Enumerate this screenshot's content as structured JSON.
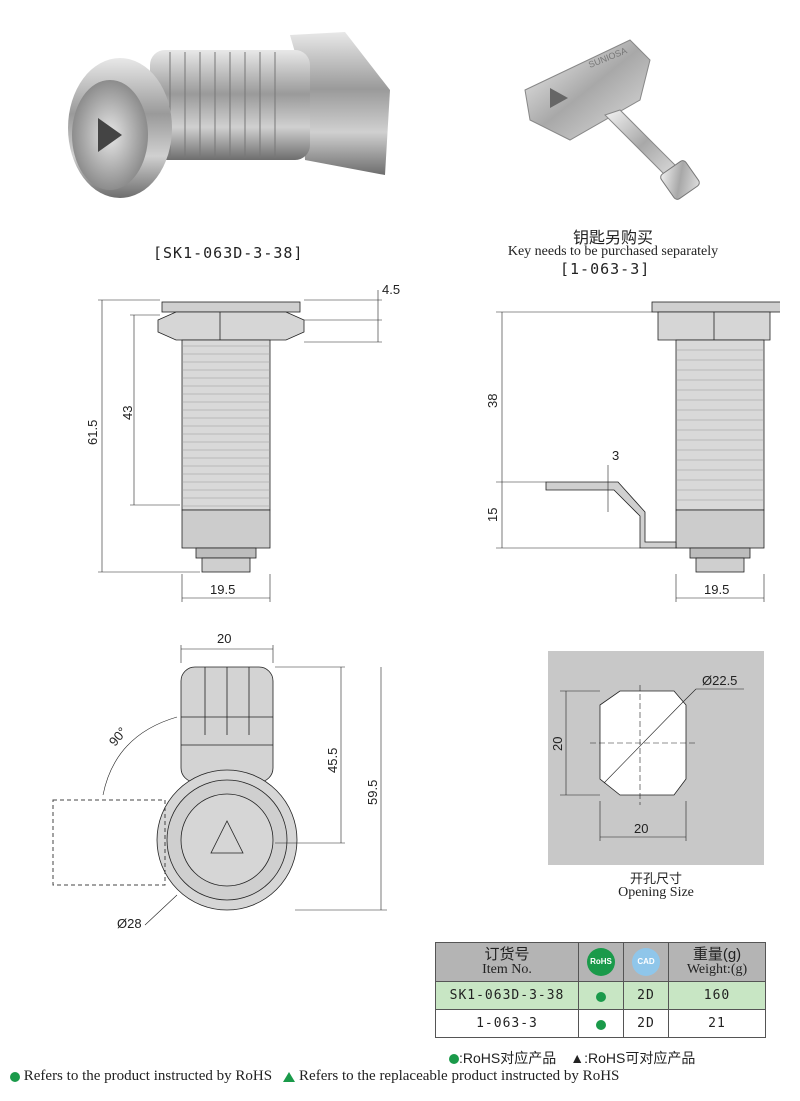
{
  "product": {
    "lock_caption": "[SK1-063D-3-38]",
    "key_note_cn": "钥匙另购买",
    "key_note_en": "Key needs to be purchased separately",
    "key_caption": "[1-063-3]"
  },
  "dimensions_left": {
    "d1": "4.5",
    "d2": "43",
    "d3": "61.5",
    "d4": "19.5"
  },
  "dimensions_right": {
    "d1": "38",
    "d2": "3",
    "d3": "15",
    "d4": "19.5"
  },
  "dimensions_front": {
    "width": "20",
    "angle": "90°",
    "h1": "45.5",
    "h2": "59.5",
    "dia": "Ø28"
  },
  "opening": {
    "dia": "Ø22.5",
    "h": "20",
    "w": "20",
    "title_cn": "开孔尺寸",
    "title_en": "Opening Size"
  },
  "table": {
    "head_item_cn": "订货号",
    "head_item_en": "Item No.",
    "head_rohs": "RoHS",
    "head_cad": "CAD",
    "head_weight_cn": "重量(g)",
    "head_weight_en": "Weight:(g)",
    "rows": [
      {
        "item": "SK1-063D-3-38",
        "cad": "2D",
        "weight": "160"
      },
      {
        "item": "1-063-3",
        "cad": "2D",
        "weight": "21"
      }
    ]
  },
  "legend": {
    "cn": ":RoHS对应产品　▲:RoHS可对应产品",
    "en1": "Refers to the product instructed by RoHS",
    "en2": "Refers to the replaceable product instructed by RoHS"
  },
  "colors": {
    "green": "#1a9a4a",
    "row_highlight": "#c8e6c4",
    "header_gray": "#b4b4b4",
    "panel_gray": "#c8c8c8"
  }
}
